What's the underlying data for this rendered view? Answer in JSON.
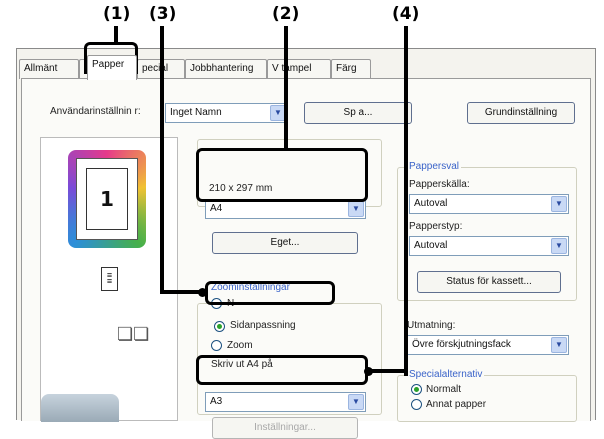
{
  "callouts": [
    "(1)",
    "(3)",
    "(2)",
    "(4)"
  ],
  "tabs": [
    {
      "label": "Allmänt"
    },
    {
      "label": "Papper"
    },
    {
      "label": "pecial"
    },
    {
      "label": "Jobbhantering"
    },
    {
      "label": "V tampel"
    },
    {
      "label": "Färg"
    }
  ],
  "user_settings": {
    "label": "Användarinställnin r:",
    "value": "Inget Namn",
    "save_label": "Sp  a...",
    "default_label": "Grundinställning"
  },
  "preview": {
    "page_number": "1"
  },
  "paper_size": {
    "dimensions": "210 x 297 mm",
    "selected": "A4",
    "custom_label": "Eget..."
  },
  "zoom": {
    "group_label": "Zoominställningar",
    "option_normal": "N",
    "option_fit": "Sidanpassning",
    "option_zoom": "Zoom",
    "fit_to_label": "Skriv ut A4 på",
    "fit_to_value": "A3",
    "settings_label": "Inställningar..."
  },
  "paper_select": {
    "group_label": "Pappersval",
    "source_label": "Papperskälla:",
    "source_value": "Autoval",
    "type_label": "Papperstyp:",
    "type_value": "Autoval",
    "status_label": "Status för kassett..."
  },
  "output": {
    "label": "Utmatning:",
    "value": "Övre förskjutningsfack"
  },
  "special": {
    "group_label": "Specialalternativ",
    "option_normal": "Normalt",
    "option_other": "Annat papper"
  },
  "colors": {
    "accent_blue": "#3a63c9",
    "selected_radio": "#2aa12a",
    "dialog_bg": "#f4f3ee"
  }
}
